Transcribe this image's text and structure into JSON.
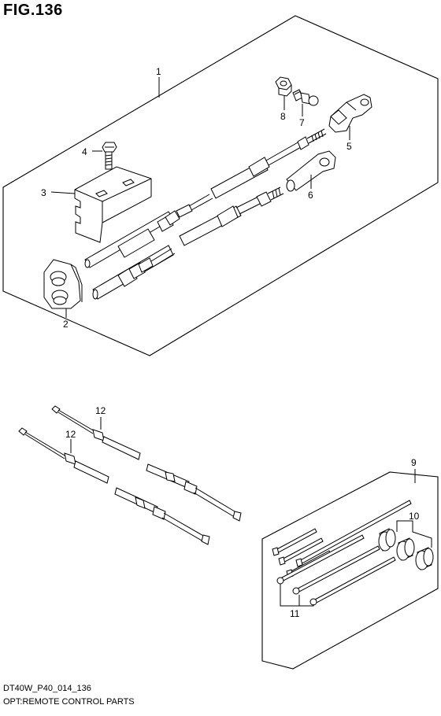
{
  "figure": {
    "title": "FIG.136",
    "code": "DT40W_P40_014_136",
    "caption": "OPT:REMOTE CONTROL PARTS"
  },
  "callouts": {
    "c1": "1",
    "c2": "2",
    "c3": "3",
    "c4": "4",
    "c5": "5",
    "c6": "6",
    "c7": "7",
    "c8": "8",
    "c9": "9",
    "c10": "10",
    "c11": "11",
    "c12a": "12",
    "c12b": "12"
  }
}
